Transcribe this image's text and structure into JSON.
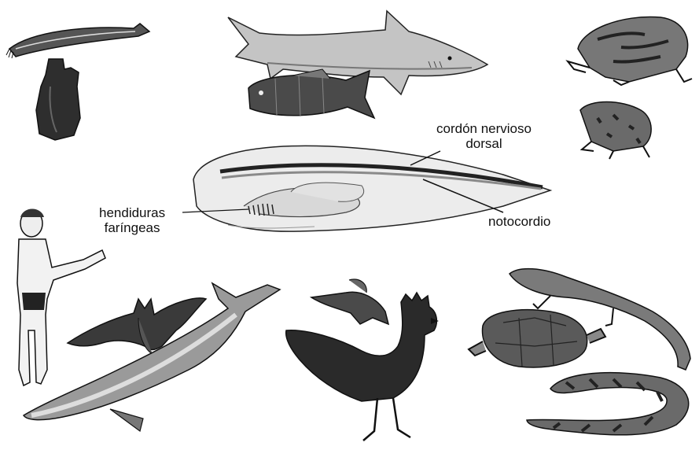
{
  "labels": {
    "nerve_cord": {
      "line1": "cordón nervioso",
      "line2": "dorsal"
    },
    "notochord": "notocordio",
    "gill_slits": {
      "line1": "hendiduras",
      "line2": "faríngeas"
    }
  },
  "colors": {
    "ink": "#1a1a1a",
    "dark_fill": "#333333",
    "mid_fill": "#8a8a8a",
    "light_fill": "#d6d6d6",
    "body_fill": "#eeeeee"
  }
}
